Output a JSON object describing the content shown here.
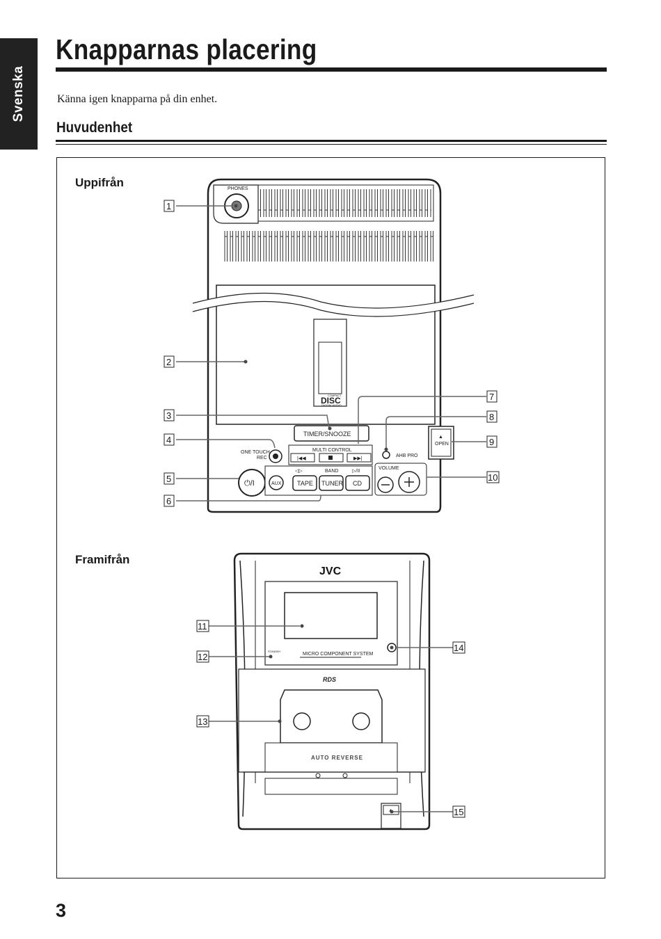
{
  "side_tab": {
    "label": "Svenska"
  },
  "page": {
    "title": "Knapparnas placering",
    "intro": "Känna igen knapparna på din enhet.",
    "section_heading": "Huvudenhet",
    "number": "3"
  },
  "figure": {
    "top_view": {
      "label": "Uppifrån",
      "phones": "PHONES",
      "timer_snooze": "TIMER/SNOOZE",
      "multi_control": "MULTI CONTROL",
      "one_touch": "ONE TOUCH",
      "rec": "REC",
      "ahb_pro": "AHB PRO",
      "open": "OPEN",
      "band": "BAND",
      "volume": "VOLUME",
      "aux": "AUX",
      "tape": "TAPE",
      "tuner": "TUNER",
      "cd": "CD",
      "power": "⏻/I",
      "disc_logo_top": "COMPACT",
      "disc_logo_mid": "DISC",
      "disc_logo_bottom": "DIGITAL AUDIO",
      "callouts": [
        "1",
        "2",
        "3",
        "4",
        "5",
        "6",
        "7",
        "8",
        "9",
        "10"
      ]
    },
    "front_view": {
      "label": "Framifrån",
      "brand": "JVC",
      "standby": "STANDBY",
      "model_line": "MICRO COMPONENT SYSTEM",
      "rds_logo": "RDS",
      "auto_reverse": "AUTO REVERSE",
      "callouts": [
        "11",
        "12",
        "13",
        "14",
        "15"
      ]
    }
  }
}
